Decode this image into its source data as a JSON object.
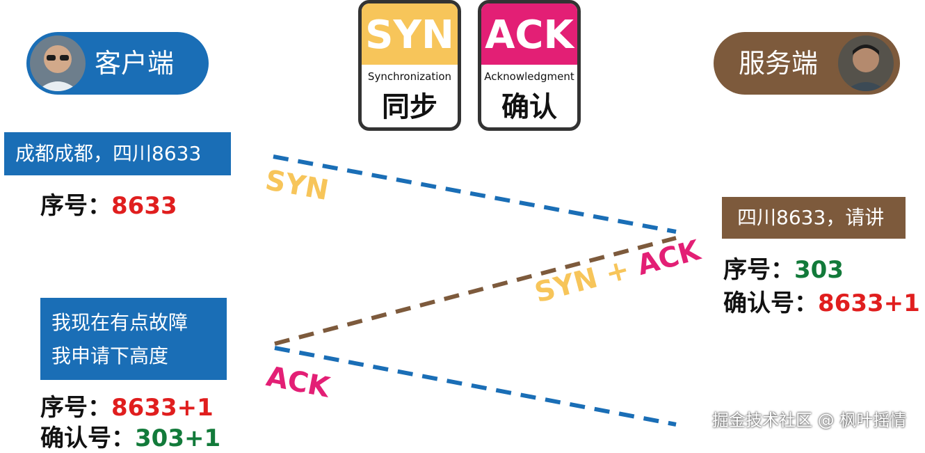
{
  "client": {
    "label": "客户端"
  },
  "server": {
    "label": "服务端"
  },
  "cards": {
    "syn": {
      "title": "SYN",
      "subtitle": "Synchronization",
      "chinese": "同步"
    },
    "ack": {
      "title": "ACK",
      "subtitle": "Acknowledgment",
      "chinese": "确认"
    }
  },
  "messages": {
    "client_1": "成都成都，四川8633",
    "server_1": "四川8633，请讲",
    "client_2_line1": "我现在有点故障",
    "client_2_line2": "我申请下高度"
  },
  "sequence": {
    "seq_label": "序号：",
    "ack_label": "确认号：",
    "client_first_seq": "8633",
    "server_seq": "303",
    "server_ack": "8633+1",
    "client_second_seq": "8633+1",
    "client_second_ack": "303+1"
  },
  "arrows": {
    "syn_label": "SYN",
    "synack_syn": "SYN",
    "synack_plus": " + ",
    "synack_ack": "ACK",
    "ack_label": "ACK"
  },
  "colors": {
    "client_blue": "#1a6eb6",
    "server_brown": "#7d5a3c",
    "syn_yellow": "#f7c55a",
    "ack_pink": "#e31f75",
    "number_red": "#e01e1e",
    "number_green": "#127a3a"
  },
  "watermark": "掘金技术社区 @ 枫叶摇情"
}
